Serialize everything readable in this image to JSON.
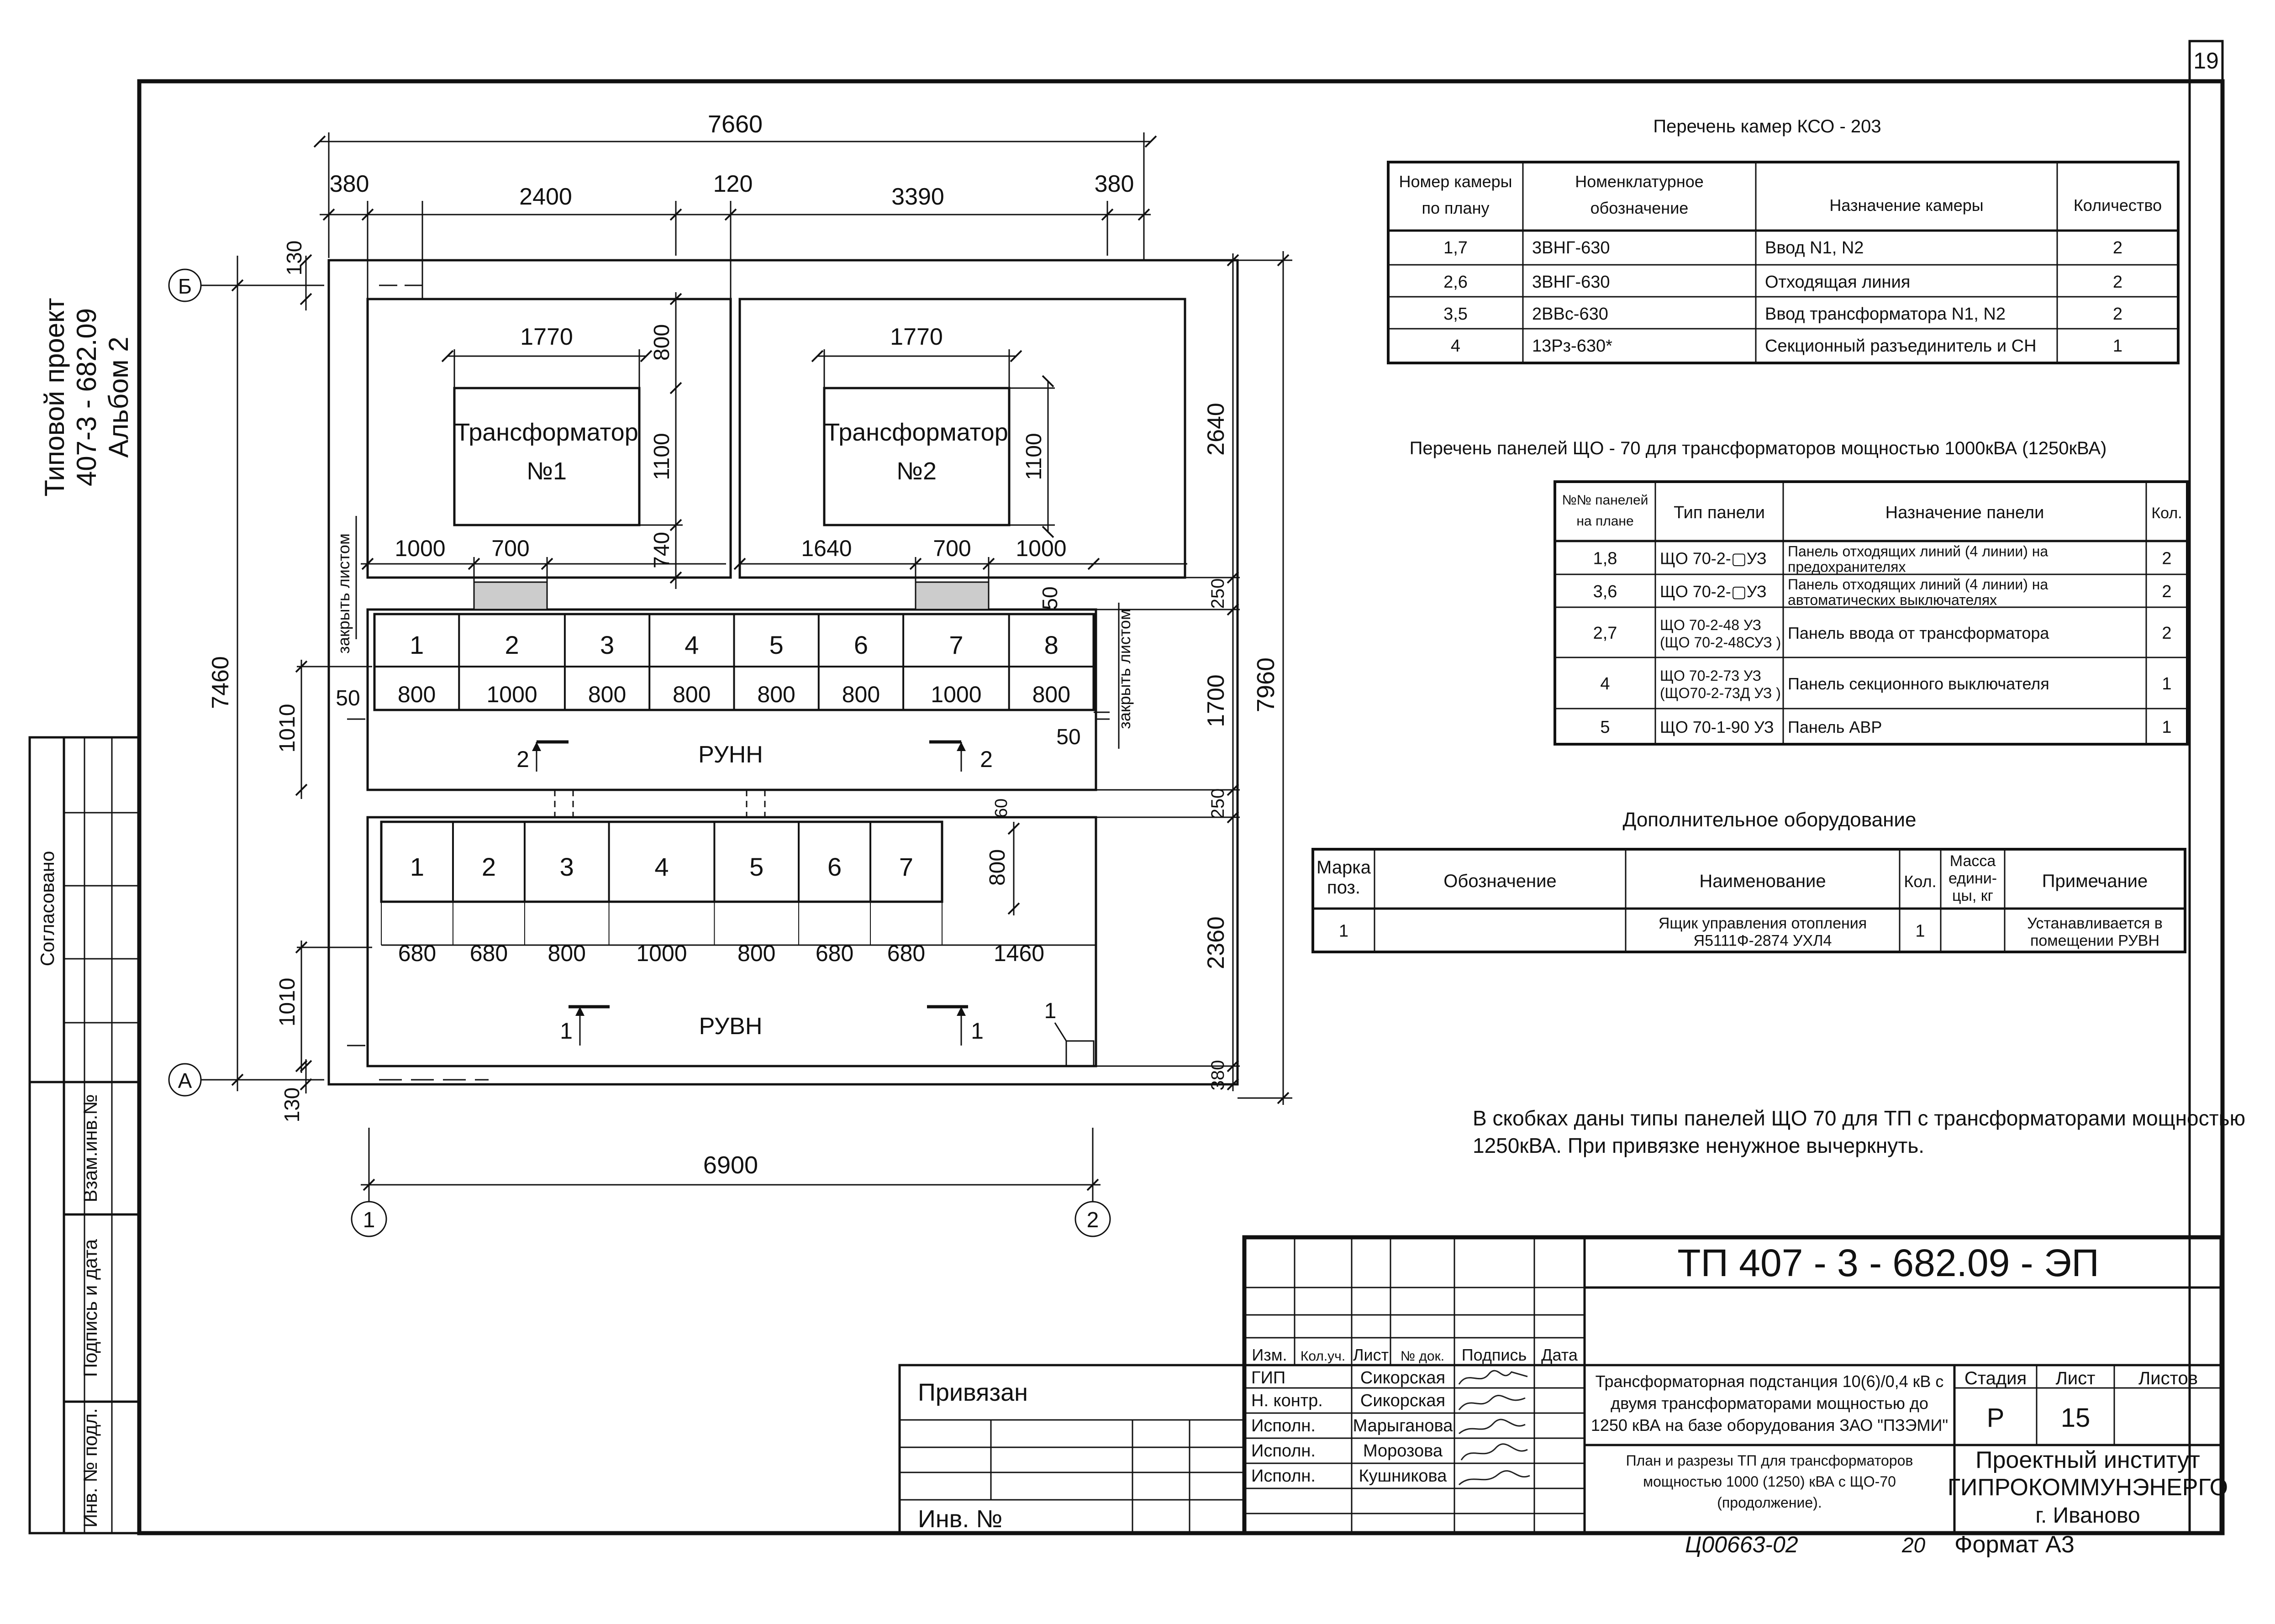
{
  "sheet_number": "19",
  "side_title": {
    "line1": "Типовой проект",
    "line2": "407-3 - 682.09",
    "line3": "Альбом 2"
  },
  "side_stamp": {
    "agreed": "Согласовано",
    "replace_inv": "Взам.инв.№",
    "sign_date": "Подпись и дата",
    "inv_orig": "Инв. № подл."
  },
  "plan": {
    "axis_b": "Б",
    "axis_a": "А",
    "axis_1": "1",
    "axis_2": "2",
    "dims": {
      "total_top": "7660",
      "wall_l": "380",
      "room1_w": "2400",
      "wall_mid": "120",
      "room2_w": "3390",
      "wall_r": "380",
      "top_130": "130",
      "tr1_w": "1770",
      "tr2_w": "1770",
      "tr_h_800": "800",
      "tr1_h": "1100",
      "tr2_h": "1100",
      "tr1_gap": "740",
      "d1000a": "1000",
      "d700a": "700",
      "d1640": "1640",
      "d700b": "700",
      "d1000b": "1000",
      "d50a": "50",
      "d50b": "50",
      "d50c": "50",
      "h7460": "7460",
      "h1010a": "1010",
      "h1010b": "1010",
      "h130b": "130",
      "r2640": "2640",
      "r250a": "250",
      "r1700": "1700",
      "r250b": "250",
      "r2360": "2360",
      "r380": "380",
      "r7960": "7960",
      "d60": "60",
      "rvn_800": "800",
      "bottom_6900": "6900"
    },
    "transformer1": {
      "line1": "Трансформатор",
      "line2": "№1"
    },
    "transformer2": {
      "line1": "Трансформатор",
      "line2": "№2"
    },
    "close_sheet_left": "закрыть листом",
    "close_sheet_right": "закрыть листом",
    "runn": {
      "label": "РУНН",
      "cells": [
        "1",
        "2",
        "3",
        "4",
        "5",
        "6",
        "7",
        "8"
      ],
      "widths": [
        "800",
        "1000",
        "800",
        "800",
        "800",
        "800",
        "1000",
        "800"
      ],
      "section_left": "2",
      "section_right": "2"
    },
    "ruvn": {
      "label": "РУВН",
      "cells": [
        "1",
        "2",
        "3",
        "4",
        "5",
        "6",
        "7"
      ],
      "widths": [
        "680",
        "680",
        "800",
        "1000",
        "800",
        "680",
        "680",
        "1460"
      ],
      "section_left": "1",
      "section_right": "1",
      "mark": "1"
    }
  },
  "kso": {
    "title": "Перечень камер КСО - 203",
    "headers": [
      "Номер камеры по плану",
      "Номенклатурное обозначение",
      "Назначение камеры",
      "Количество"
    ],
    "header_lines": [
      [
        "Номер камеры",
        "по плану"
      ],
      [
        "Номенклатурное",
        "обозначение"
      ],
      [
        "Назначение камеры"
      ],
      [
        "Количество"
      ]
    ],
    "rows": [
      [
        "1,7",
        "3ВНГ-630",
        "Ввод N1, N2",
        "2"
      ],
      [
        "2,6",
        "3ВНГ-630",
        "Отходящая линия",
        "2"
      ],
      [
        "3,5",
        "2ВВс-630",
        "Ввод трансформатора N1, N2",
        "2"
      ],
      [
        "4",
        "13Рз-630*",
        "Секционный разъединитель и СН",
        "1"
      ]
    ]
  },
  "shch": {
    "title": "Перечень панелей ЩО - 70 для трансформаторов мощностью 1000кВА (1250кВА)",
    "header_lines": [
      [
        "№№ панелей",
        "на плане"
      ],
      [
        "Тип панели"
      ],
      [
        "Назначение панели"
      ],
      [
        "Кол."
      ]
    ],
    "rows": [
      {
        "num": "1,8",
        "type": [
          "ЩО 70-2-▢УЗ"
        ],
        "purpose": [
          "Панель отходящих линий (4 линии) на",
          "предохранителях"
        ],
        "qty": "2"
      },
      {
        "num": "3,6",
        "type": [
          "ЩО 70-2-▢УЗ"
        ],
        "purpose": [
          "Панель отходящих линий (4 линии) на",
          "автоматических выключателях"
        ],
        "qty": "2"
      },
      {
        "num": "2,7",
        "type": [
          "ЩО 70-2-48 УЗ",
          "(ЩО 70-2-48СУЗ )"
        ],
        "purpose": [
          "Панель ввода от трансформатора"
        ],
        "qty": "2"
      },
      {
        "num": "4",
        "type": [
          "ЩО 70-2-73 УЗ",
          "(ЩО70-2-73Д УЗ )"
        ],
        "purpose": [
          "Панель секционного выключателя"
        ],
        "qty": "1"
      },
      {
        "num": "5",
        "type": [
          "ЩО 70-1-90 УЗ"
        ],
        "purpose": [
          "Панель АВР"
        ],
        "qty": "1"
      }
    ]
  },
  "extra": {
    "title": "Дополнительное оборудование",
    "header_lines": [
      [
        "Марка",
        "поз."
      ],
      [
        "Обозначение"
      ],
      [
        "Наименование"
      ],
      [
        "Кол."
      ],
      [
        "Масса",
        "едини-",
        "цы, кг"
      ],
      [
        "Примечание"
      ]
    ],
    "rows": [
      {
        "mark": "1",
        "designation": "",
        "name": [
          "Ящик управления отопления",
          "Я5111Ф-2874 УХЛ4"
        ],
        "qty": "1",
        "mass": "",
        "note": [
          "Устанавливается в",
          "помещении РУВН"
        ]
      }
    ]
  },
  "note": {
    "line1": "В скобках даны типы панелей ЩО 70 для ТП с трансформаторами мощностью",
    "line2": "1250кВА. При привязке ненужное вычеркнуть."
  },
  "title_block": {
    "code": "ТП 407 - 3 - 682.09 - ЭП",
    "change_headers": [
      "Изм.",
      "Кол.уч.",
      "Лист",
      "№ док.",
      "Подпись",
      "Дата"
    ],
    "people": [
      {
        "role": "ГИП",
        "name": "Сикорская"
      },
      {
        "role": "Н. контр.",
        "name": "Сикорская"
      },
      {
        "role": "Исполн.",
        "name": "Марыганова"
      },
      {
        "role": "Исполн.",
        "name": "Морозова"
      },
      {
        "role": "Исполн.",
        "name": "Кушникова"
      }
    ],
    "object_lines": [
      "Трансформаторная подстанция 10(6)/0,4 кВ с",
      "двумя трансформаторами мощностью до",
      "1250 кВА на базе оборудования ЗАО \"ПЗЭМИ\""
    ],
    "sheet_lines": [
      "План и разрезы ТП для трансформаторов",
      "мощностью 1000 (1250) кВА с ЩО-70",
      "(продолжение)."
    ],
    "stage_h": "Стадия",
    "sheet_h": "Лист",
    "sheets_h": "Листов",
    "stage": "Р",
    "sheet": "15",
    "sheets": "",
    "org_lines": [
      "Проектный институт",
      "ГИПРОКОММУНЭНЕРГО",
      "г. Иваново"
    ],
    "privyazan": "Привязан",
    "inv_no": "Инв. №",
    "handwritten": "Ц00663-02",
    "handwritten_num": "20",
    "format": "Формат А3"
  }
}
